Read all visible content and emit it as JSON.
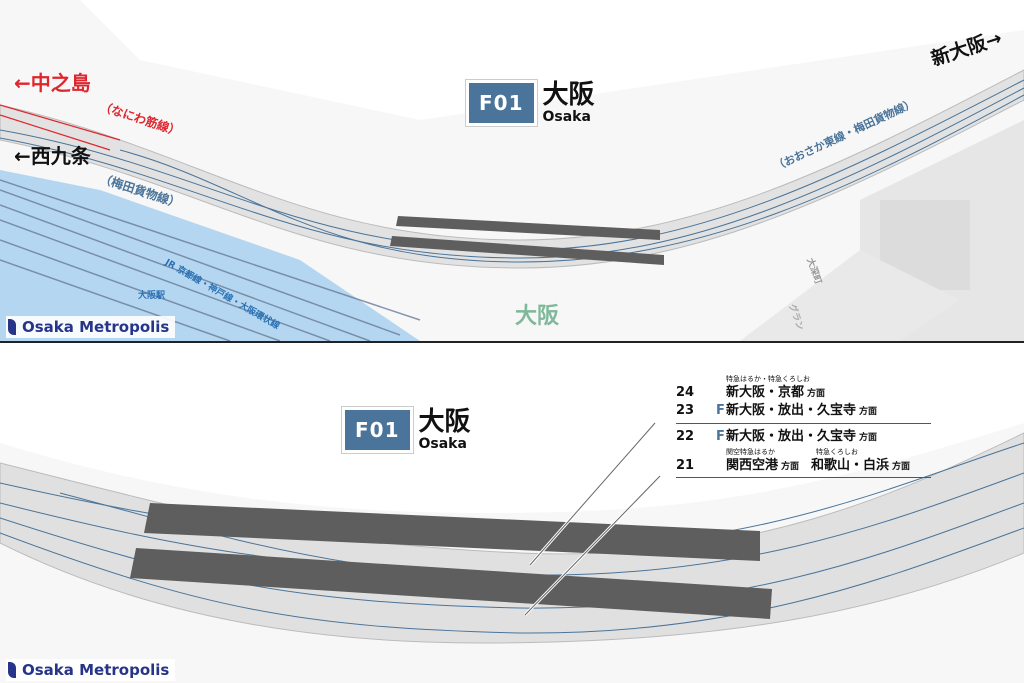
{
  "station": {
    "code": "F01",
    "name_ja": "大阪",
    "name_en": "Osaka"
  },
  "top_map": {
    "directions": [
      {
        "arrow": "←",
        "name": "中之島",
        "line": "（なにわ筋線）",
        "color": "#e0262d"
      },
      {
        "arrow": "←",
        "name": "西九条",
        "line": "（梅田貨物線）",
        "color": "#111111"
      },
      {
        "arrow": "→",
        "name": "新大阪",
        "line": "（おおさか東線・梅田貨物線）",
        "color": "#111111"
      }
    ],
    "jr_label_line1": "JR 京都線・神戸線・大阪環状線",
    "jr_label_line2": "大阪駅",
    "street_label": "大深町",
    "building_label": "グラン",
    "big_label": "大阪"
  },
  "platform_guide": [
    {
      "track": "24",
      "express": "",
      "note": "特急はるか・特急くろしお",
      "dest": "新大阪・京都",
      "dir": "方面"
    },
    {
      "track": "23",
      "express": "F",
      "note": "",
      "dest": "新大阪・放出・久宝寺",
      "dir": "方面"
    },
    {
      "track": "22",
      "express": "F",
      "note": "",
      "dest": "新大阪・放出・久宝寺",
      "dir": "方面"
    },
    {
      "track": "21",
      "express": "",
      "note": "関空特急はるか",
      "dest": "関西空港",
      "dir": "方面",
      "note2": "特急くろしお",
      "dest2": "和歌山・白浜",
      "dir2": "方面"
    }
  ],
  "branding": "Osaka Metropolis",
  "colors": {
    "line_blue": "#4a7499",
    "nanba_red": "#e0262d",
    "jr_blue": "#a9d0ee",
    "platform": "#5e5e5e"
  }
}
